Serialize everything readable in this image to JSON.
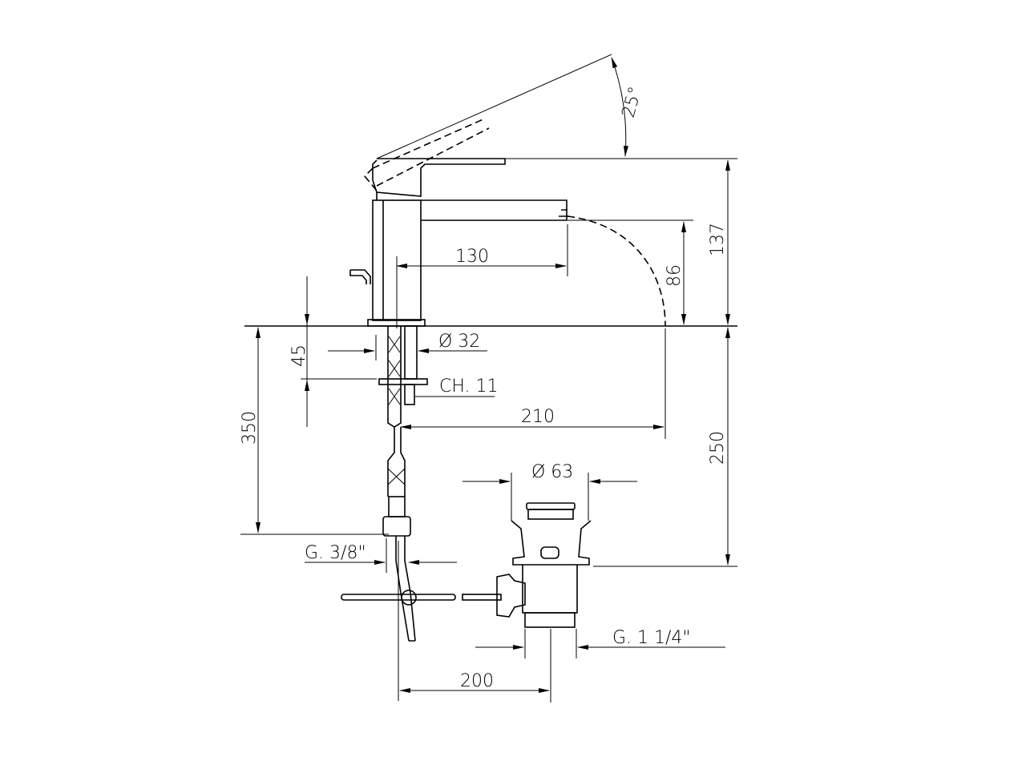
{
  "drawing": {
    "title": "Bidet mixer technical drawing",
    "dimensions": {
      "angle": "25°",
      "height_total": "137",
      "spout_height": "86",
      "spout_reach": "130",
      "shank_length": "45",
      "shank_diameter": "Ø 32",
      "nut_size": "CH. 11",
      "flow_reach": "210",
      "hose_length": "350",
      "deck_to_waste": "250",
      "waste_diameter": "Ø 63",
      "hose_thread": "G. 3/8\"",
      "waste_thread": "G. 1 1/4\"",
      "waste_offset": "200"
    }
  }
}
